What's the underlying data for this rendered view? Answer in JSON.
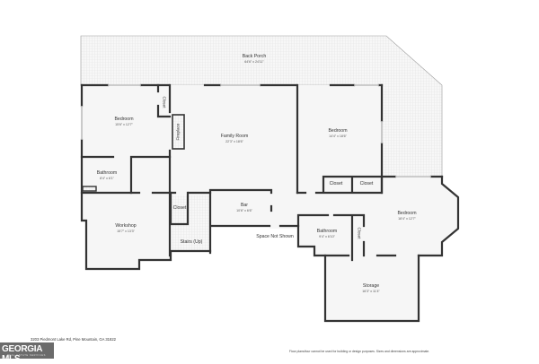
{
  "plan": {
    "address": "3203 Piedmont Lake Rd, Pine Mountain, GA 31822",
    "disclaimer": "Floor plans/tour cannot be used for building or design purposes. Sizes and dimensions are approximate.",
    "logo": {
      "main": "GEORGIA MLS",
      "sub": "REAL ESTATE SERVICES"
    },
    "colors": {
      "wall": "#333333",
      "floor": "#f5f5f5",
      "hatch": "#e6e6e6",
      "window": "#bdbdbd"
    },
    "rooms": [
      {
        "id": "back-porch",
        "name": "Back Porch",
        "dim": "64'6\" x 24'11\""
      },
      {
        "id": "bedroom-1",
        "name": "Bedroom",
        "dim": "15'6\" x 12'7\""
      },
      {
        "id": "family-room",
        "name": "Family Room",
        "dim": "22'3\" x 18'6\""
      },
      {
        "id": "bedroom-2",
        "name": "Bedroom",
        "dim": "14'4\" x 18'6\""
      },
      {
        "id": "bathroom-1",
        "name": "Bathroom",
        "dim": "8'4\" x 6'1\""
      },
      {
        "id": "workshop",
        "name": "Workshop",
        "dim": "15'7\" x 13'3\""
      },
      {
        "id": "bar",
        "name": "Bar",
        "dim": "10'6\" x 6'6\""
      },
      {
        "id": "bathroom-2",
        "name": "Bathroom",
        "dim": "9'4\" x 6'10\""
      },
      {
        "id": "bedroom-3",
        "name": "Bedroom",
        "dim": "18'4\" x 12'7\""
      },
      {
        "id": "storage",
        "name": "Storage",
        "dim": "16'3\" x 11'4\""
      }
    ],
    "small_labels": {
      "closet_a": "Closet",
      "fireplace": "Fireplace",
      "closet_b": "Closet",
      "stairs": "Stairs (Up)",
      "space_not_shown": "Space Not Shown",
      "closet_c": "Closet",
      "closet_d": "Closet",
      "closet_e": "Closet"
    }
  }
}
